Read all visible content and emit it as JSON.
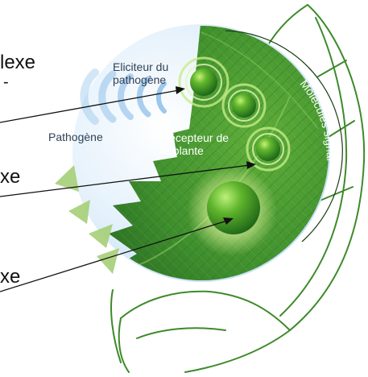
{
  "side_labels": {
    "top": "lexe",
    "top_fragment": "-",
    "middle": "xe",
    "bottom": "xe"
  },
  "diagram_labels": {
    "eliciteur_line1": "Eliciteur du",
    "eliciteur_line2": "pathogène",
    "pathogene": "Pathogène",
    "recepteur_line1": "Récepteur de",
    "recepteur_line2": "la plante",
    "molecules_signal": "Molecules signal"
  },
  "colors": {
    "leaf_dark": "#2f7a2a",
    "leaf_light": "#7dc243",
    "circle_sky": "#cfe6f7",
    "pathogen_blue": "#5fa6e0",
    "triangle_green": "#a6cf78",
    "outline_green": "#3d8a2a"
  }
}
